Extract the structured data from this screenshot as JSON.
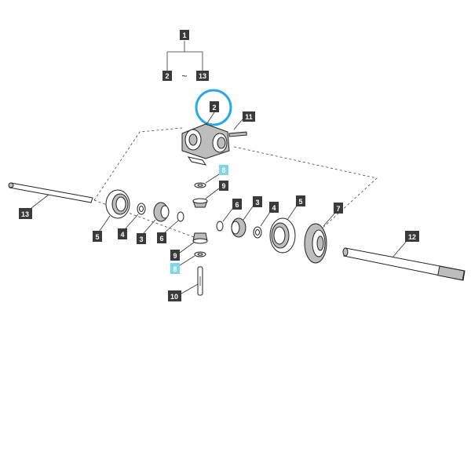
{
  "callouts": {
    "c1": "1",
    "c2_range": "2",
    "c13_range": "13",
    "tilde": "~",
    "c2": "2",
    "c11": "11",
    "c8_top": "8",
    "c9_top": "9",
    "c13": "13",
    "c5_left": "5",
    "c4_left": "4",
    "c3_left": "3",
    "c6_left": "6",
    "c6_right": "6",
    "c3_right": "3",
    "c4_right": "4",
    "c5_right": "5",
    "c7": "7",
    "c12": "12",
    "c9_bottom": "9",
    "c8_bottom": "8",
    "c10": "10"
  },
  "colors": {
    "highlight_circle": "#2aa7df",
    "highlight_label": "#7fd6e6",
    "label_bg": "#3a3a3a"
  }
}
